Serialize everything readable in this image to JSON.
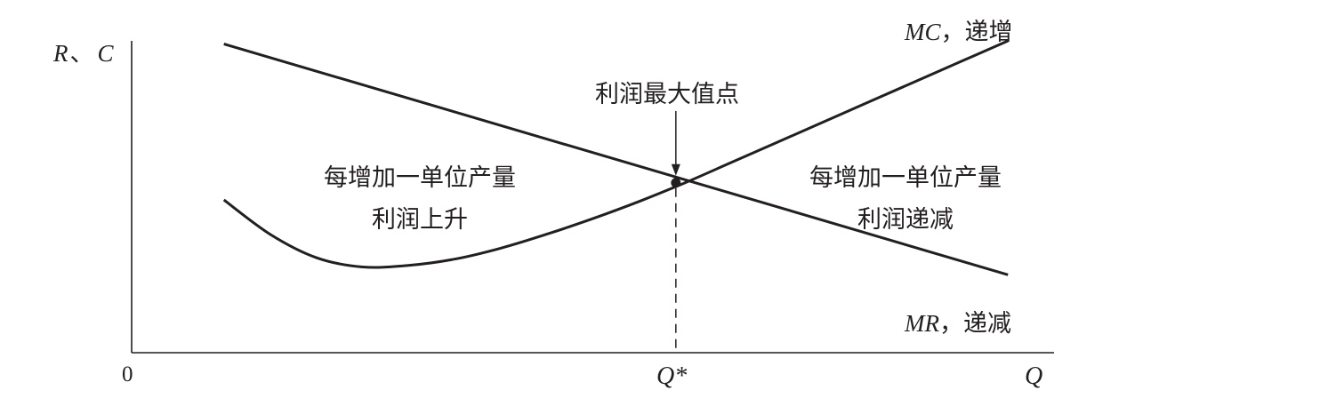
{
  "chart_data": {
    "type": "line",
    "title": "",
    "xlabel": "Q",
    "ylabel_parts": [
      "R",
      "、",
      "C"
    ],
    "origin_label": "0",
    "xlim": [
      0,
      10
    ],
    "ylim": [
      0,
      10
    ],
    "grid": false,
    "series": [
      {
        "key": "mc",
        "label_italic": "MC",
        "label_suffix": "，递增",
        "shape": "curve",
        "x": [
          1.0,
          1.5,
          2.0,
          2.5,
          3.0,
          3.5,
          4.0,
          4.5,
          5.0,
          5.5,
          6.0,
          6.5,
          7.0,
          7.5,
          8.0,
          8.5,
          9.0,
          9.5
        ],
        "y": [
          4.9,
          3.8,
          3.05,
          2.75,
          2.8,
          3.0,
          3.35,
          3.8,
          4.3,
          4.85,
          5.45,
          6.1,
          6.75,
          7.4,
          8.05,
          8.7,
          9.35,
          10.0
        ]
      },
      {
        "key": "mr",
        "label_italic": "MR",
        "label_suffix": "，递减",
        "shape": "line",
        "x": [
          1.0,
          9.5
        ],
        "y": [
          9.9,
          2.5
        ]
      }
    ],
    "optimum": {
      "x": 5.9,
      "y": 5.45,
      "label": "利润最大值点",
      "x_tick_label": "Q*"
    },
    "annotations": {
      "left_line1": "每增加一单位产量",
      "left_line2": "利润上升",
      "right_line1": "每增加一单位产量",
      "right_line2": "利润递减"
    }
  }
}
